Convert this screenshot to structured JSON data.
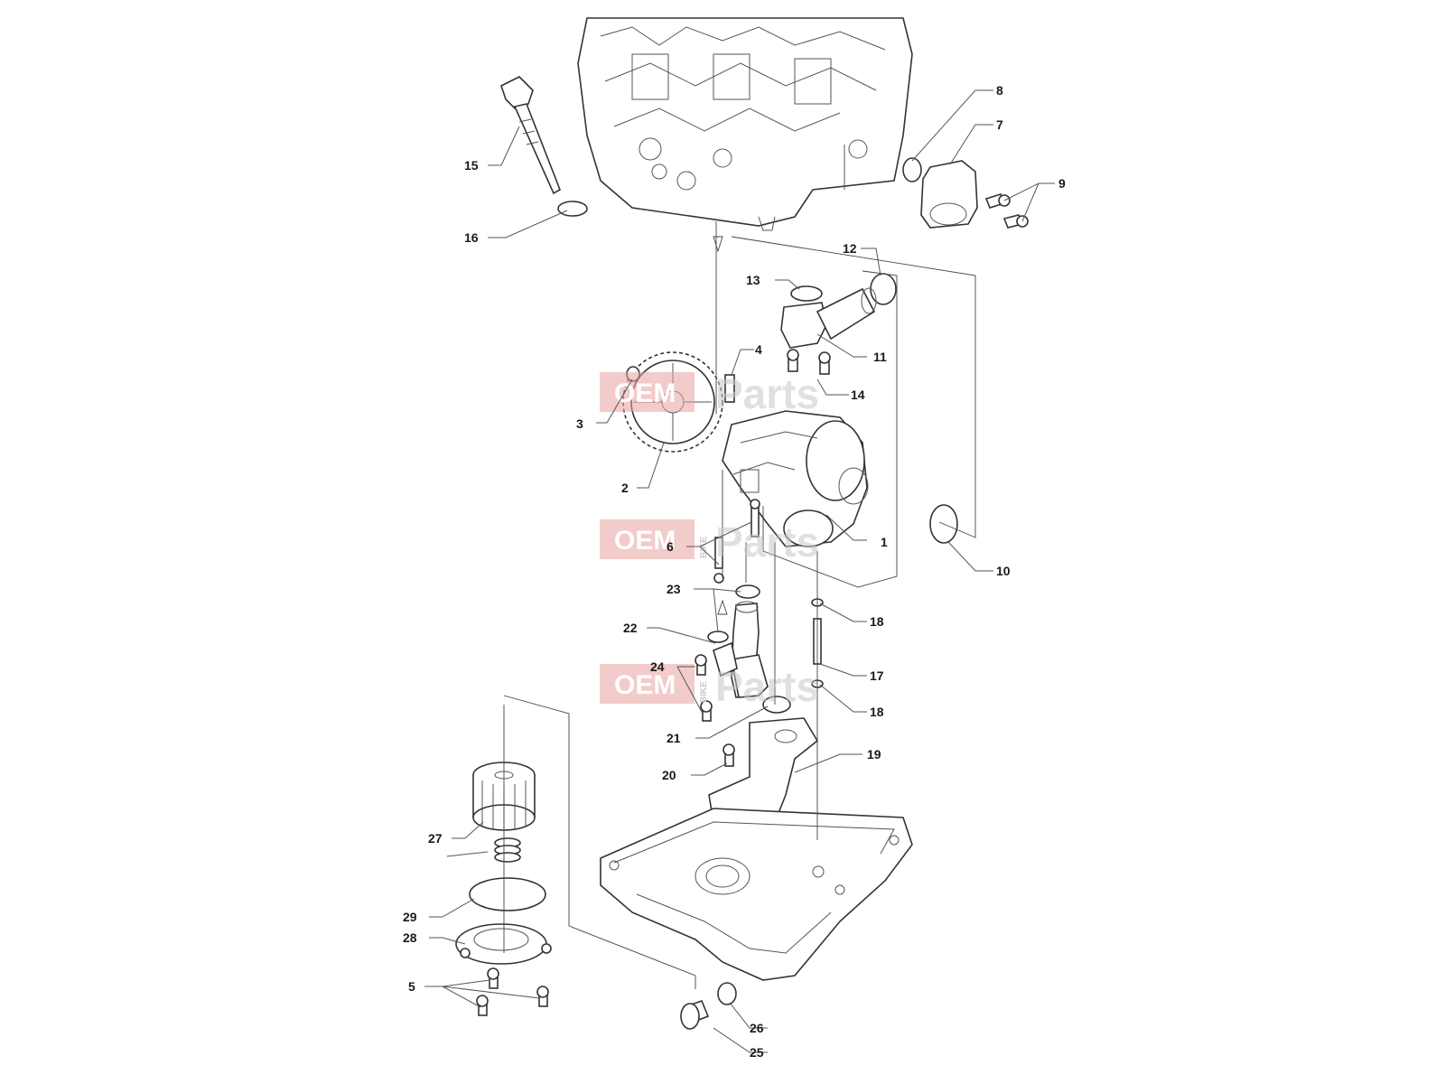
{
  "watermark": {
    "oem": "OEM",
    "bike": "BIKE",
    "parts": "Parts"
  },
  "callouts": [
    "1",
    "2",
    "3",
    "4",
    "5",
    "6",
    "7",
    "8",
    "9",
    "10",
    "11",
    "12",
    "13",
    "14",
    "15",
    "16",
    "17",
    "18",
    "18",
    "19",
    "20",
    "21",
    "22",
    "23",
    "24",
    "25",
    "26",
    "27",
    "28",
    "29"
  ]
}
